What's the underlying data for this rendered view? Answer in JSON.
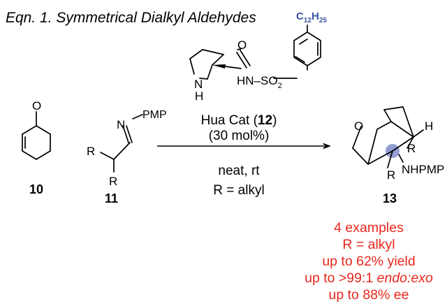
{
  "title": "Eqn. 1. Symmetrical Dialkyl Aldehydes",
  "catalyst_substituent": {
    "base": "C",
    "sub1": "12",
    "mid": "H",
    "sub2": "25",
    "color": "#3a55a5"
  },
  "catalyst_atoms": {
    "carbonyl_O": "O",
    "amide": "HN–SO",
    "amide_sub": "2",
    "pyrrolidine_N": "N",
    "pyrrolidine_H": "H"
  },
  "conditions": {
    "catalyst_name": "Hua Cat (",
    "catalyst_number": "12",
    "catalyst_close": ")",
    "loading": "(30 mol%)",
    "solvent_temp": "neat, rt",
    "r_def": "R = alkyl"
  },
  "compounds": {
    "c10": {
      "label": "10",
      "atom_O": "O"
    },
    "c11": {
      "label": "11",
      "atom_N": "N",
      "group": "PMP",
      "r1": "R",
      "r2": "R"
    },
    "c13": {
      "label": "13",
      "atom_O": "O",
      "atom_H": "H",
      "r1": "R",
      "r2": "R",
      "nh": "NHPMP"
    }
  },
  "results": [
    "4 examples",
    "R = alkyl",
    "up to 62% yield",
    "up to >99:1 ",
    "endo:exo",
    "up to 88% ee"
  ],
  "colors": {
    "results": "#e8281e",
    "highlight": "#6f7cc4"
  }
}
